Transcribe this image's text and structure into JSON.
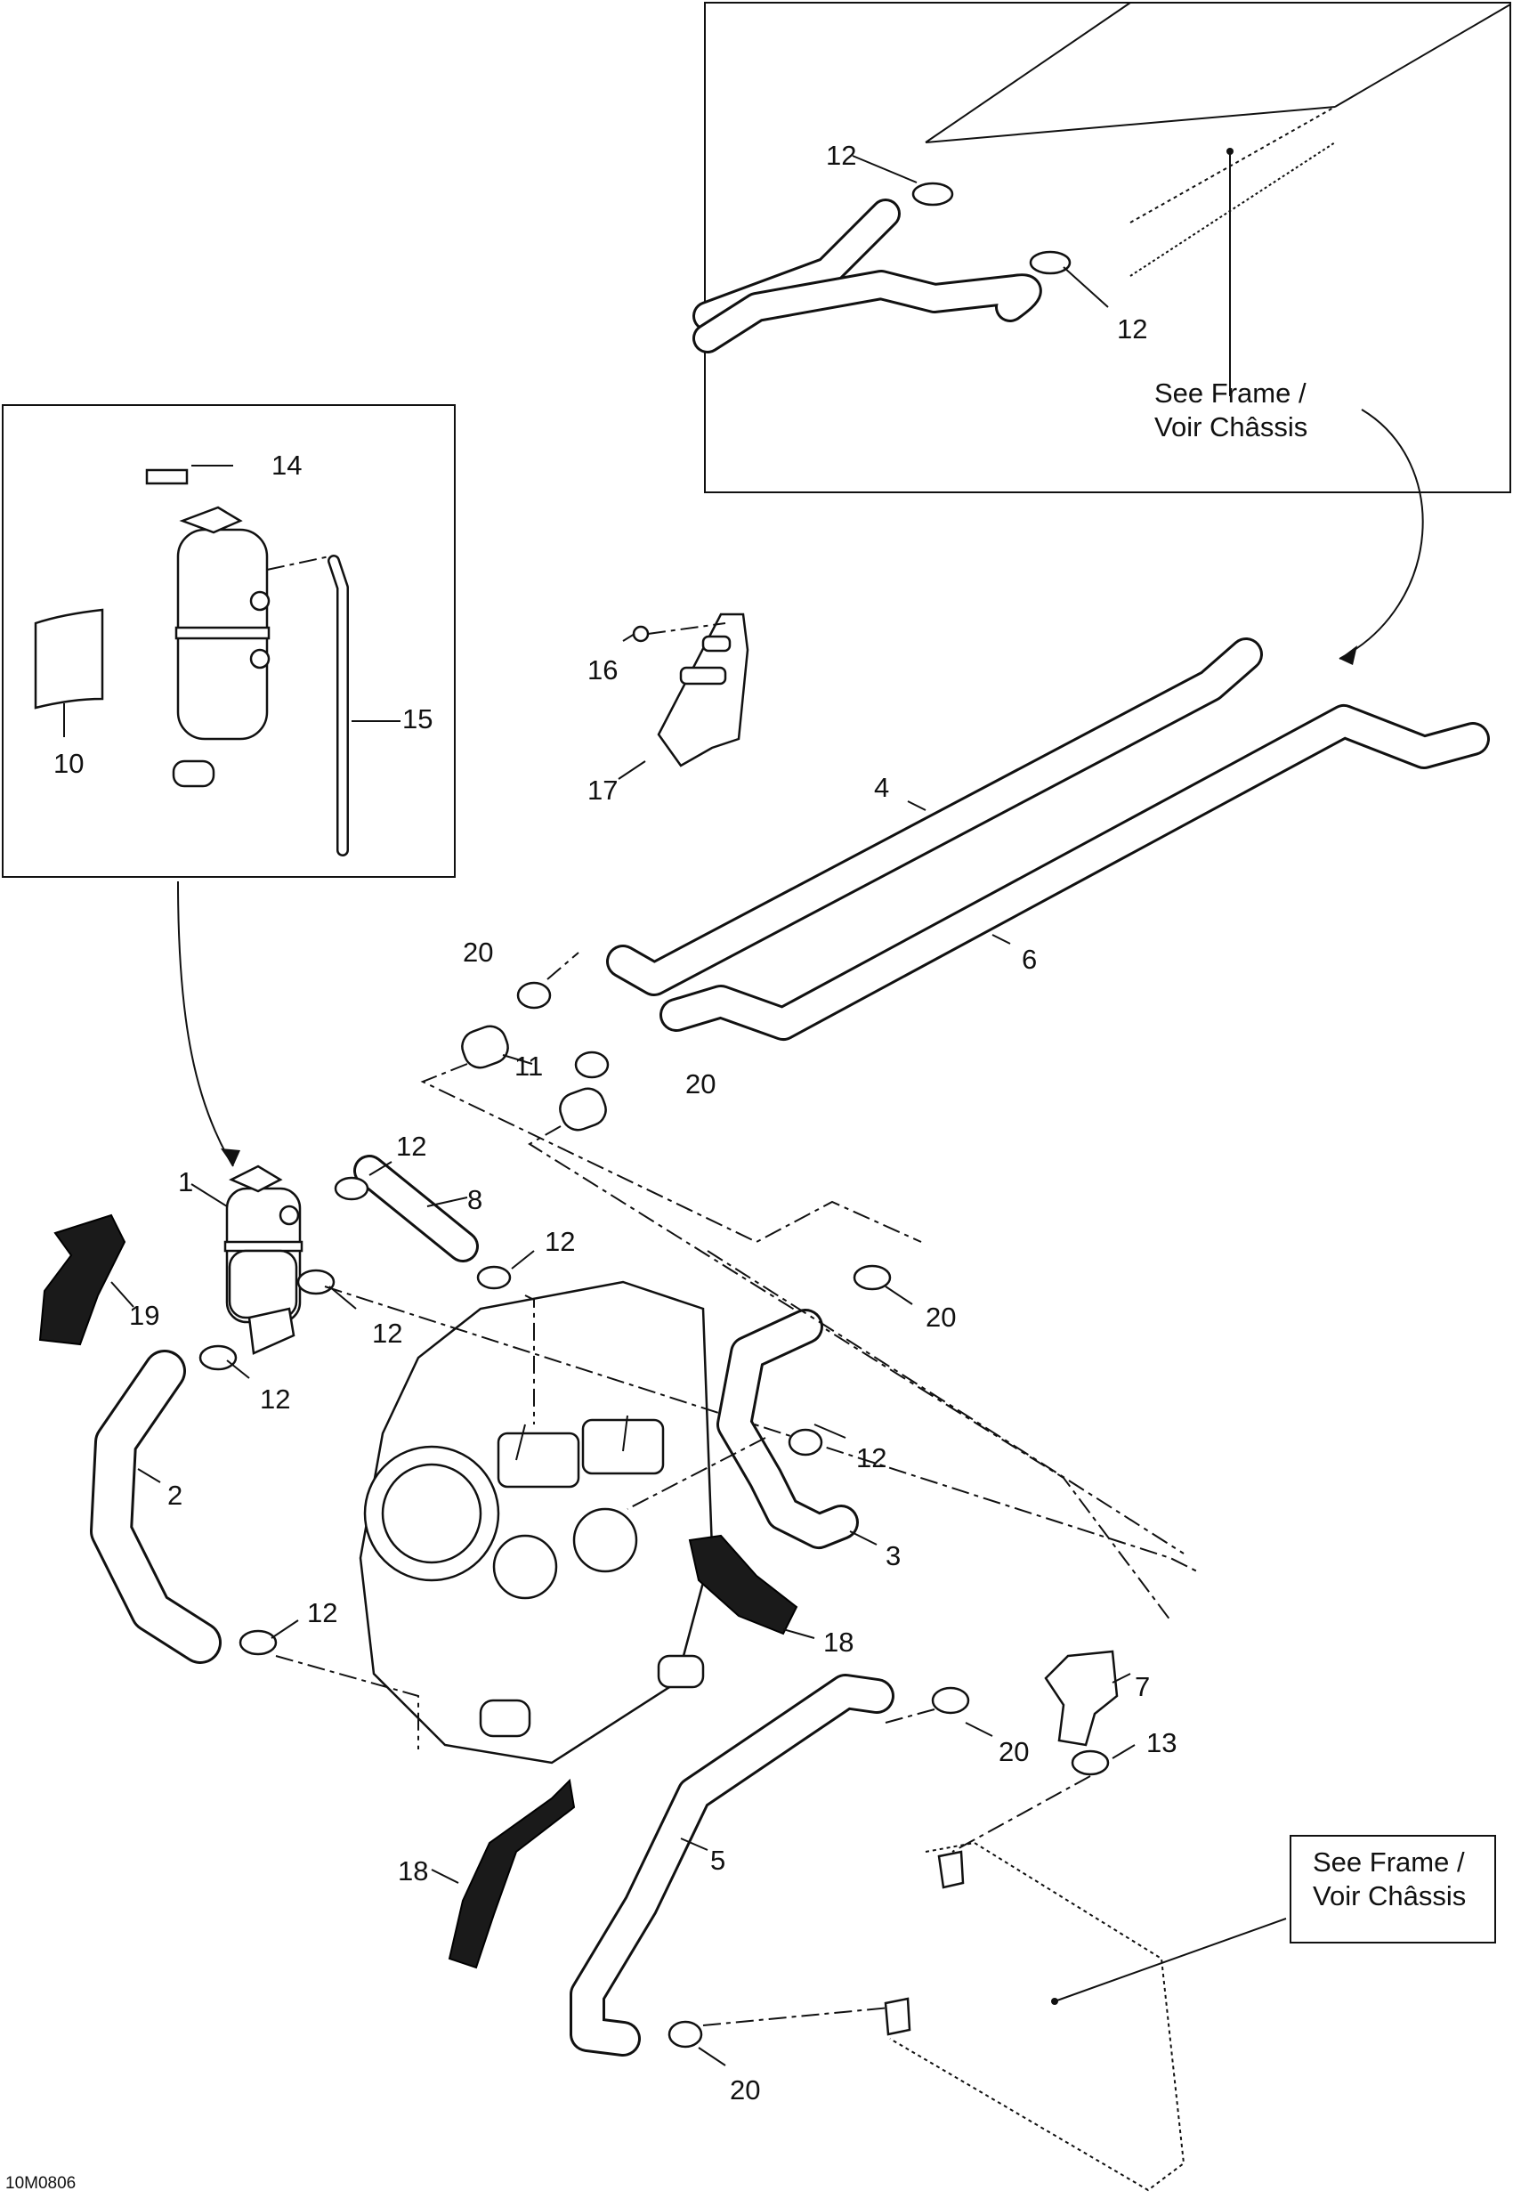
{
  "diagram_code": "10M0806",
  "callouts": {
    "c1": "1",
    "c2": "2",
    "c3": "3",
    "c4": "4",
    "c5": "5",
    "c6": "6",
    "c7": "7",
    "c8": "8",
    "c10": "10",
    "c11": "11",
    "c13": "13",
    "c14": "14",
    "c15": "15",
    "c16": "16",
    "c17": "17",
    "c19": "19",
    "c12": "12",
    "c18": "18",
    "c20": "20"
  },
  "references": {
    "see_frame": "See Frame /",
    "voir_chassis": "Voir Châssis"
  }
}
